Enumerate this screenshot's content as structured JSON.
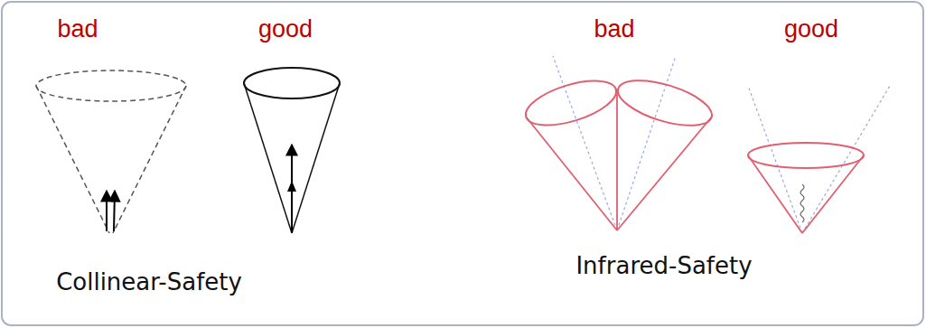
{
  "diagram": {
    "labels": [
      "bad",
      "good",
      "bad",
      "good",
      "Collinear-Safety",
      "Infrared-Safety"
    ]
  }
}
